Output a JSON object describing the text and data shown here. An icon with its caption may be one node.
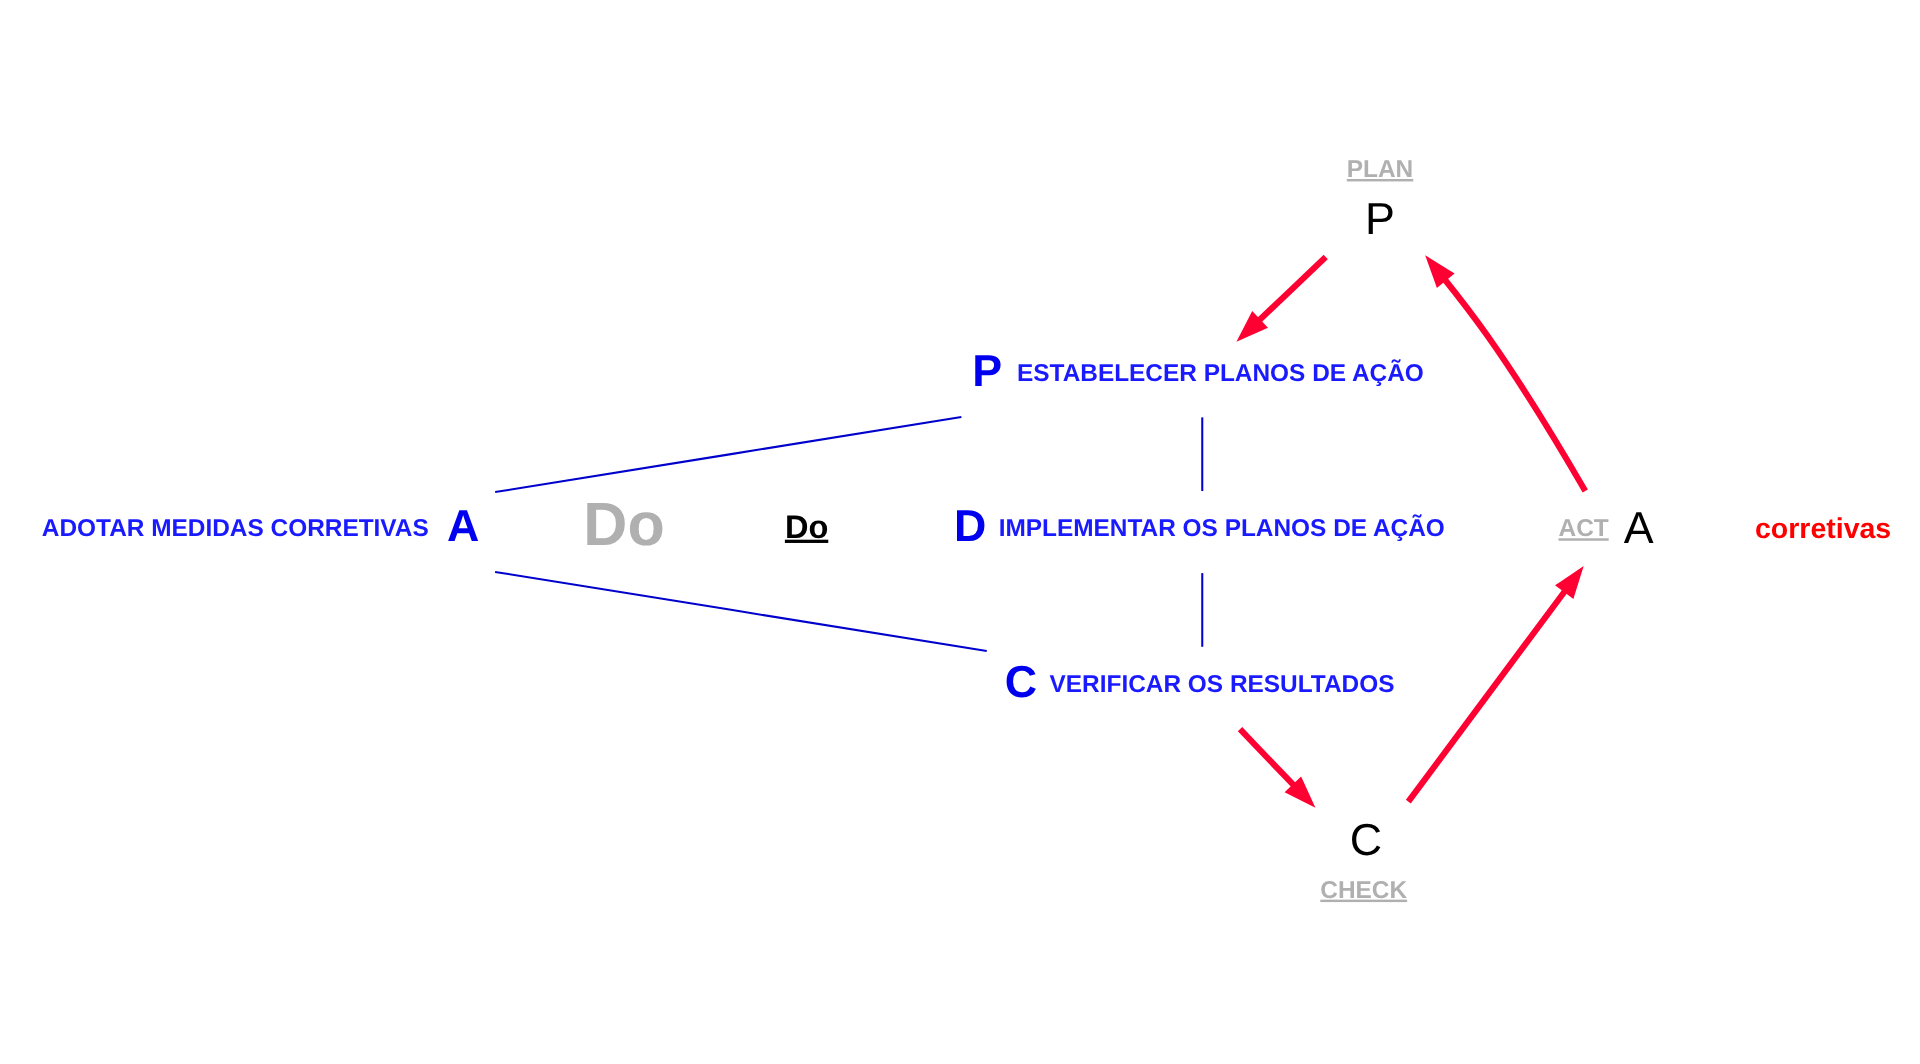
{
  "diagram": {
    "nodes": [
      {
        "text": [
          "P"
        ],
        "beside": [
          "PLAN"
        ]
      },
      {
        "text": [
          "A"
        ],
        "beside": [
          "ACT"
        ]
      },
      {
        "text": [
          "C"
        ],
        "beside": [
          "CHECK"
        ]
      },
      {
        "text": [
          "P"
        ],
        "beside": [
          "ESTABELECER PLANOS DE AÇÃO"
        ]
      },
      {
        "text": [
          "A"
        ],
        "beside": [
          "ADOTAR MEDIDAS CORRETIVAS"
        ]
      },
      {
        "text": [
          "D"
        ],
        "beside": [
          "IMPLEMENTAR OS PLANOS DE AÇÃO"
        ]
      },
      {
        "text": [
          "C"
        ],
        "beside": [
          "VERIFICAR OS RESULTADOS"
        ]
      }
    ],
    "edges": [
      {
        "from": 1,
        "to": 0,
        "arrow": "to",
        "color": "#ff0033",
        "style": "thick"
      },
      {
        "from": 0,
        "to": 3,
        "arrow": "to",
        "color": "#ff0033",
        "style": "thick"
      },
      {
        "from": 3,
        "to": 5,
        "arrow": "none",
        "color": "#0000cc"
      },
      {
        "from": 5,
        "to": 6,
        "arrow": "none",
        "color": "#0000cc"
      },
      {
        "from": 4,
        "to": 3,
        "arrow": "none",
        "color": "#0000cc"
      },
      {
        "from": 6,
        "to": 4,
        "arrow": "none",
        "color": "#0000cc"
      },
      {
        "from": 6,
        "to": 2,
        "arrow": "to",
        "color": "#ff0033",
        "style": "thick"
      },
      {
        "from": 2,
        "to": 1,
        "arrow": "to",
        "color": "#ff0033",
        "style": "thick"
      }
    ],
    "labels": [
      "corretivas",
      "Do",
      "Do"
    ]
  }
}
